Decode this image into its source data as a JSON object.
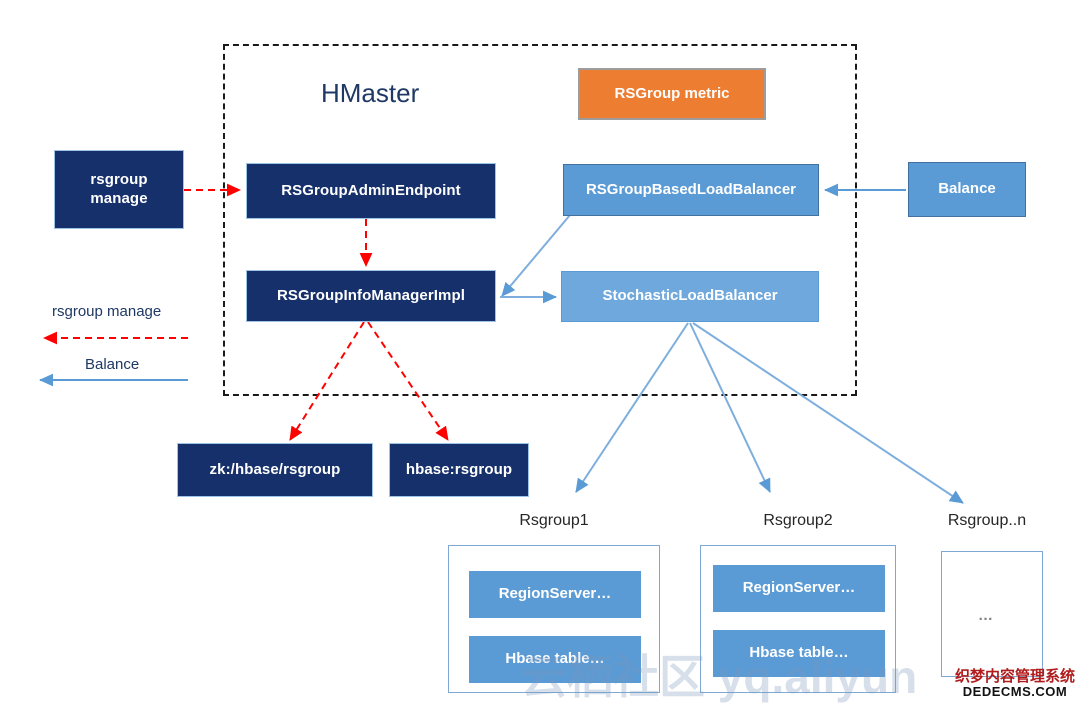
{
  "diagram": {
    "title": "HMaster",
    "container_label": "hmaster-boundary"
  },
  "nodes": {
    "rsgroup_manage_line1": "rsgroup",
    "rsgroup_manage_line2": "manage",
    "rsgroup_admin_endpoint": "RSGroupAdminEndpoint",
    "rsgroup_info_manager_impl": "RSGroupInfoManagerImpl",
    "rsgroup_metric": "RSGroup metric",
    "rsgroup_based_load_balancer": "RSGroupBasedLoadBalancer",
    "stochastic_load_balancer": "StochasticLoadBalancer",
    "balance": "Balance",
    "zk_path": "zk:/hbase/rsgroup",
    "hbase_rsgroup": "hbase:rsgroup"
  },
  "legend": {
    "rsgroup_manage": "rsgroup manage",
    "balance": "Balance",
    "rsgroup_manage_color": "#ff0000",
    "balance_color": "#5b9bd5"
  },
  "rsgroups": [
    {
      "label": "Rsgroup1",
      "items": [
        "RegionServer…",
        "Hbase table…"
      ]
    },
    {
      "label": "Rsgroup2",
      "items": [
        "RegionServer…",
        "Hbase table…"
      ]
    },
    {
      "label": "Rsgroup..n",
      "items": [
        "…"
      ]
    }
  ],
  "colors": {
    "navy": "#16306b",
    "blue": "#5b9bd5",
    "blue_light": "#6fa8dc",
    "orange": "#ed7d31",
    "title": "#1f3864",
    "red_dashed": "#ff0000"
  },
  "watermarks": {
    "primary": "云栖社区 yq.aliyun",
    "secondary_cn": "织梦内容管理系统",
    "secondary_en": "DEDECMS.COM"
  }
}
